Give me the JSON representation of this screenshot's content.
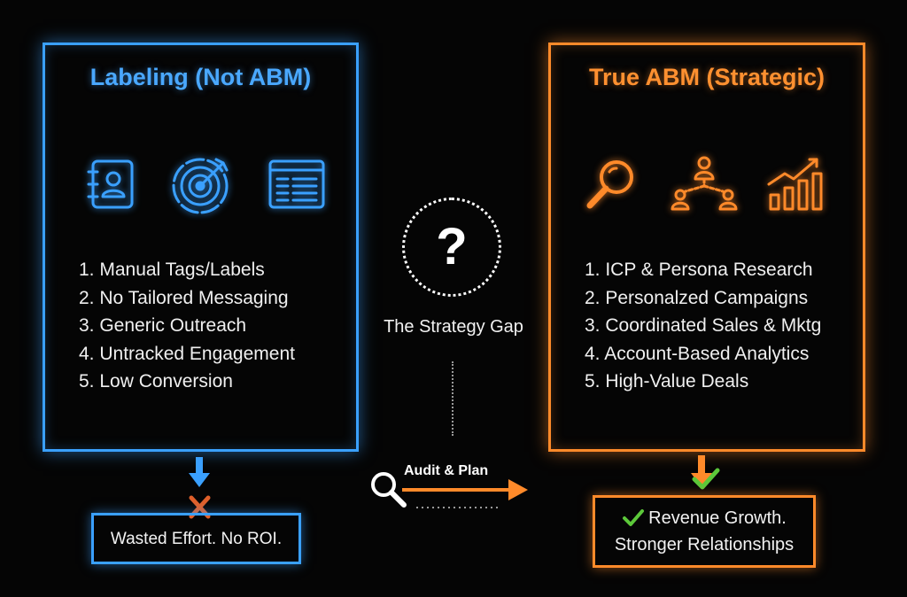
{
  "left_panel": {
    "title": "Labeling (Not ABM)",
    "icons": [
      "contact-book-icon",
      "target-icon",
      "spreadsheet-icon"
    ],
    "items": [
      "1. Manual Tags/Labels",
      "2. No Tailored Messaging",
      "3. Generic Outreach",
      "4. Untracked Engagement",
      "5. Low Conversion"
    ],
    "result": "Wasted Effort. No ROI."
  },
  "right_panel": {
    "title": "True ABM (Strategic)",
    "icons": [
      "magnifier-icon",
      "org-chart-icon",
      "growth-chart-icon"
    ],
    "items": [
      "1. ICP & Persona Research",
      "2. Personalzed Campaigns",
      "3. Coordinated Sales & Mktg",
      "4. Account-Based Analytics",
      "5. High-Value Deals"
    ],
    "result_line1": "Revenue Growth.",
    "result_line2": "Stronger Relationships"
  },
  "center": {
    "question_mark": "?",
    "label": "The Strategy Gap",
    "arrow_label": "Audit & Plan"
  },
  "colors": {
    "blue_accent": "#3aa0ff",
    "orange_accent": "#ff8a2a",
    "check_green": "#5cc83a",
    "x_mark": "#e0602a",
    "background": "#050505"
  }
}
